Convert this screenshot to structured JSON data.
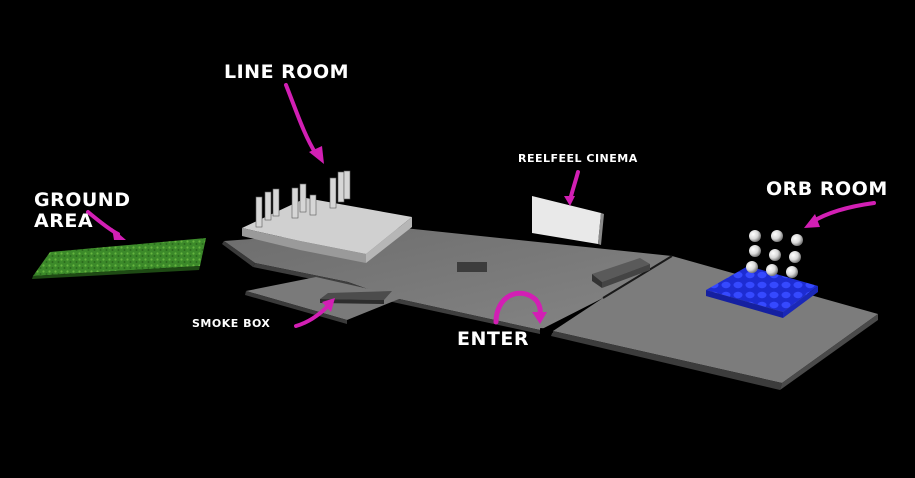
{
  "labels": {
    "line_room": "LINE ROOM",
    "ground_area_line1": "GROUND",
    "ground_area_line2": "AREA",
    "reelfeel_cinema": "REELFEEL CINEMA",
    "orb_room": "ORB ROOM",
    "smoke_box": "SMOKE BOX",
    "enter": "ENTER"
  },
  "colors": {
    "background": "#000000",
    "floor": "#7b7b7b",
    "floor_edge": "#3e3e3e",
    "arrow": "#d21fb4",
    "grass": "#3f8e2d",
    "orb_base": "#1f2fd6",
    "label": "#ffffff"
  },
  "icons": {
    "arrows": "magenta-curved-pointer-arrow",
    "orbs": "white-sphere"
  }
}
